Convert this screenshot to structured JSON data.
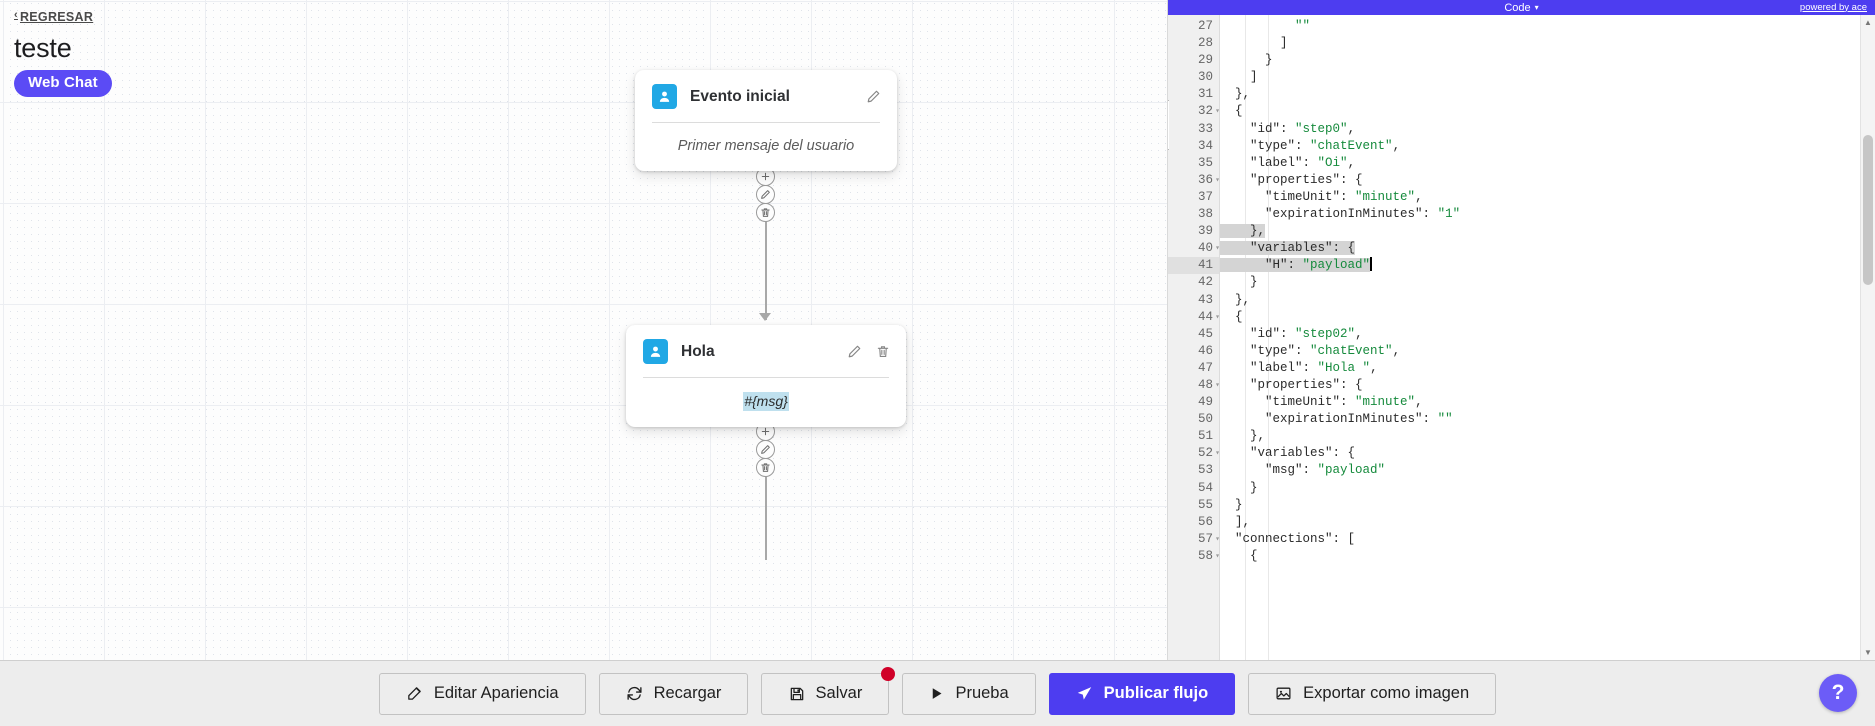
{
  "canvas": {
    "back_link": "REGRESAR",
    "back_chevron": "‹",
    "flow_title": "teste",
    "channel_badge": "Web Chat",
    "nodes": [
      {
        "avatar_icon": "user-icon",
        "title": "Evento inicial",
        "body_text": "Primer mensaje del usuario",
        "body_kind": "placeholder",
        "has_edit": true,
        "has_delete": false
      },
      {
        "avatar_icon": "user-icon",
        "title": "Hola",
        "body_text": "#{msg}",
        "body_kind": "variable",
        "has_edit": true,
        "has_delete": true
      }
    ],
    "connector_buttons": [
      {
        "icon": "plus-icon",
        "label": "add-step"
      },
      {
        "icon": "pencil-icon",
        "label": "edit-connection"
      },
      {
        "icon": "trash-icon",
        "label": "delete-connection"
      }
    ]
  },
  "code_panel": {
    "title": "Code",
    "caret": "▾",
    "powered_by": "powered by ace",
    "collapse_icon": "chevron-right-icon",
    "first_line_number": 27,
    "active_line": 41,
    "lines": [
      {
        "n": 27,
        "fold": false,
        "text": "        \"\"",
        "sel": false
      },
      {
        "n": 28,
        "fold": false,
        "text": "      ]",
        "sel": false
      },
      {
        "n": 29,
        "fold": false,
        "text": "    }",
        "sel": false
      },
      {
        "n": 30,
        "fold": false,
        "text": "  ]",
        "sel": false
      },
      {
        "n": 31,
        "fold": false,
        "text": "},",
        "sel": false
      },
      {
        "n": 32,
        "fold": true,
        "text": "{",
        "sel": false
      },
      {
        "n": 33,
        "fold": false,
        "text": "  \"id\": \"step0\",",
        "sel": false
      },
      {
        "n": 34,
        "fold": false,
        "text": "  \"type\": \"chatEvent\",",
        "sel": false
      },
      {
        "n": 35,
        "fold": false,
        "text": "  \"label\": \"Oi\",",
        "sel": false
      },
      {
        "n": 36,
        "fold": true,
        "text": "  \"properties\": {",
        "sel": false
      },
      {
        "n": 37,
        "fold": false,
        "text": "    \"timeUnit\": \"minute\",",
        "sel": false
      },
      {
        "n": 38,
        "fold": false,
        "text": "    \"expirationInMinutes\": \"1\"",
        "sel": false
      },
      {
        "n": 39,
        "fold": false,
        "text": "  },",
        "sel": true
      },
      {
        "n": 40,
        "fold": true,
        "text": "  \"variables\": {",
        "sel": true
      },
      {
        "n": 41,
        "fold": false,
        "text": "    \"H\": \"payload\"",
        "sel": true
      },
      {
        "n": 42,
        "fold": false,
        "text": "  }",
        "sel": false
      },
      {
        "n": 43,
        "fold": false,
        "text": "},",
        "sel": false
      },
      {
        "n": 44,
        "fold": true,
        "text": "{",
        "sel": false
      },
      {
        "n": 45,
        "fold": false,
        "text": "  \"id\": \"step02\",",
        "sel": false
      },
      {
        "n": 46,
        "fold": false,
        "text": "  \"type\": \"chatEvent\",",
        "sel": false
      },
      {
        "n": 47,
        "fold": false,
        "text": "  \"label\": \"Hola \",",
        "sel": false
      },
      {
        "n": 48,
        "fold": true,
        "text": "  \"properties\": {",
        "sel": false
      },
      {
        "n": 49,
        "fold": false,
        "text": "    \"timeUnit\": \"minute\",",
        "sel": false
      },
      {
        "n": 50,
        "fold": false,
        "text": "    \"expirationInMinutes\": \"\"",
        "sel": false
      },
      {
        "n": 51,
        "fold": false,
        "text": "  },",
        "sel": false
      },
      {
        "n": 52,
        "fold": true,
        "text": "  \"variables\": {",
        "sel": false
      },
      {
        "n": 53,
        "fold": false,
        "text": "    \"msg\": \"payload\"",
        "sel": false
      },
      {
        "n": 54,
        "fold": false,
        "text": "  }",
        "sel": false
      },
      {
        "n": 55,
        "fold": false,
        "text": "}",
        "sel": false
      },
      {
        "n": 56,
        "fold": false,
        "text": "],",
        "sel": false
      },
      {
        "n": 57,
        "fold": true,
        "text": "\"connections\": [",
        "sel": false
      },
      {
        "n": 58,
        "fold": true,
        "text": "  {",
        "sel": false
      }
    ]
  },
  "toolbar": {
    "buttons": [
      {
        "label": "Editar Apariencia",
        "icon": "edit-square-icon",
        "primary": false,
        "badge": false
      },
      {
        "label": "Recargar",
        "icon": "refresh-icon",
        "primary": false,
        "badge": false
      },
      {
        "label": "Salvar",
        "icon": "save-icon",
        "primary": false,
        "badge": true
      },
      {
        "label": "Prueba",
        "icon": "play-icon",
        "primary": false,
        "badge": false
      },
      {
        "label": "Publicar flujo",
        "icon": "send-icon",
        "primary": true,
        "badge": false
      },
      {
        "label": "Exportar como imagen",
        "icon": "image-icon",
        "primary": false,
        "badge": false
      }
    ],
    "help_label": "?"
  },
  "colors": {
    "brand_purple": "#4d3df0",
    "badge_purple": "#5b4bf5",
    "node_avatar_blue": "#21a8e5",
    "selection_blue": "#bfe0ee",
    "alert_red": "#d00028",
    "string_green": "#158a3c"
  }
}
